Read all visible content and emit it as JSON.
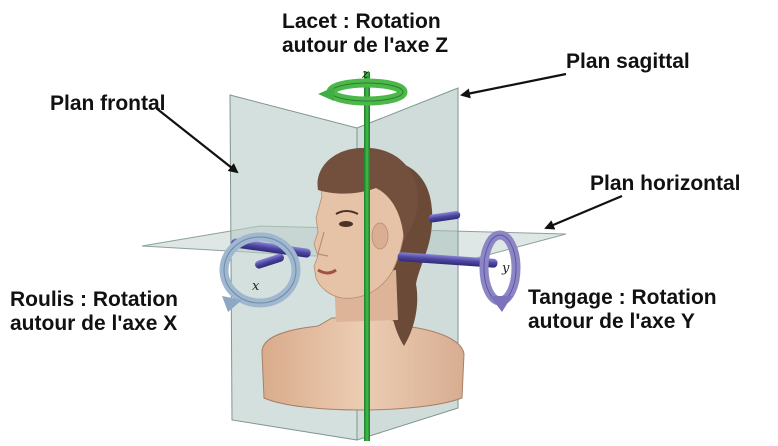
{
  "callouts": {
    "yaw": {
      "line1": "Lacet : Rotation",
      "line2": "autour de l'axe Z"
    },
    "sagittal_plane": "Plan sagittal",
    "frontal_plane": "Plan frontal",
    "horizontal_plane": "Plan horizontal",
    "roll": {
      "line1": "Roulis : Rotation",
      "line2": "autour de l'axe X"
    },
    "pitch": {
      "line1": "Tangage : Rotation",
      "line2": "autour de l'axe Y"
    }
  },
  "axis_letters": {
    "z": "z",
    "x": "x",
    "y": "y"
  },
  "colors": {
    "plane_fill": "#b7cbc6",
    "plane_edge": "#7e9690",
    "z_axis": "#2f9a3a",
    "z_arrow": "#4db84a",
    "xy_axis": "#5b55a8",
    "rotation_arrow": "#8d86c4",
    "roll_arrow": "#9fb7cf",
    "skin": "#e6c2a6",
    "hair": "#6b4a37",
    "text": "#111111"
  }
}
